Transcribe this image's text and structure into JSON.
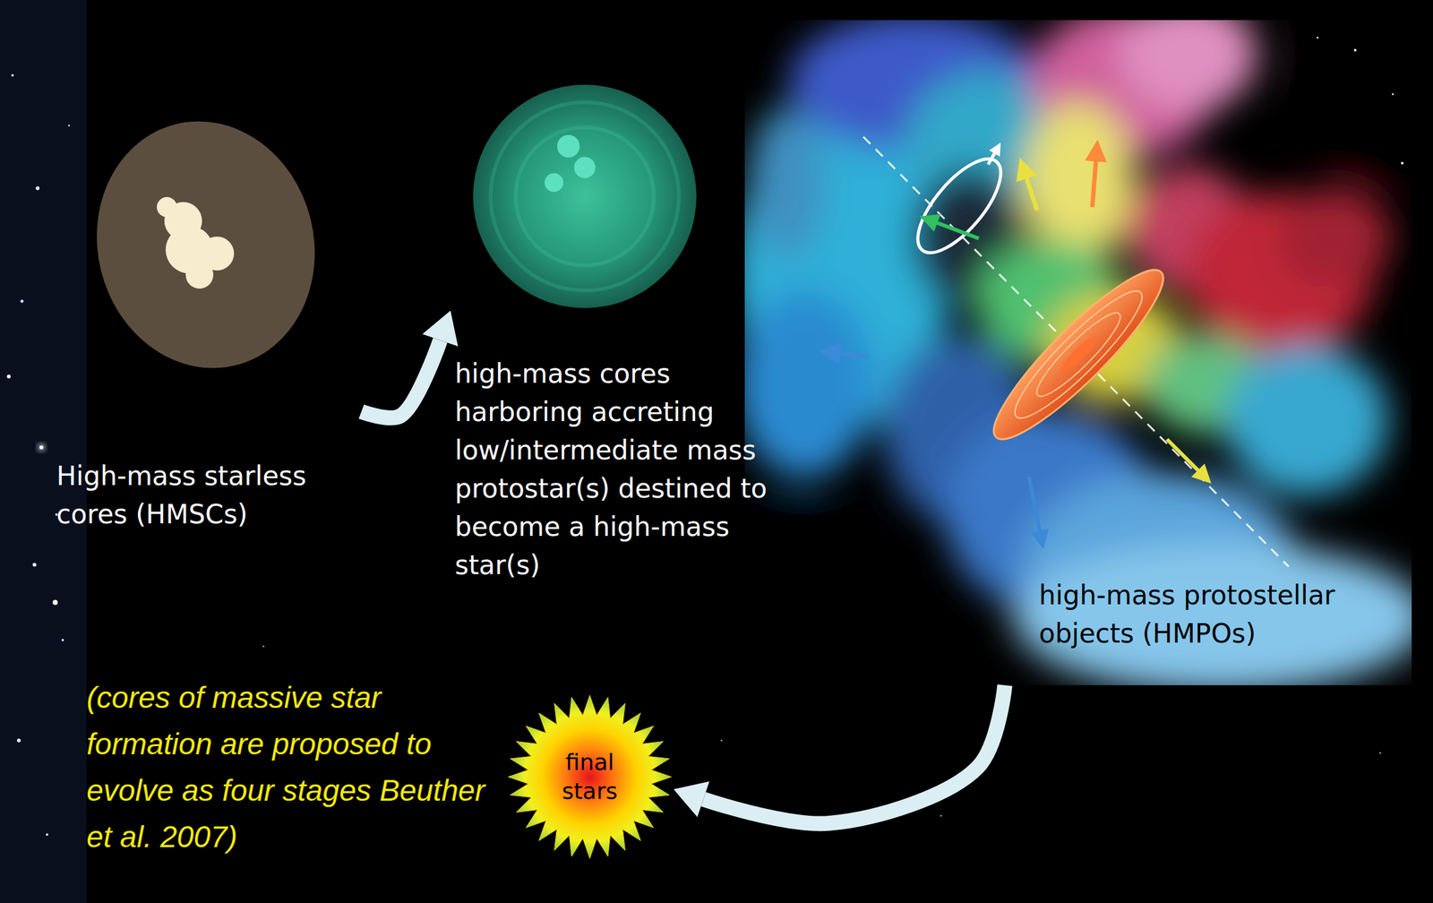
{
  "diagram": {
    "nodes": [
      {
        "text": [
          "High-mass starless cores (HMSCs)"
        ]
      },
      {
        "text": [
          "high-mass cores harboring accreting low/intermediate mass protostar(s) destined to become a high-mass star(s)"
        ]
      },
      {
        "text": [
          "high-mass protostellar objects (HMPOs)"
        ]
      },
      {
        "text": [
          "final stars"
        ]
      }
    ],
    "edges": [
      {
        "from": 0,
        "to": 1,
        "arrow": "to"
      },
      {
        "from": 2,
        "to": 3,
        "arrow": "to"
      }
    ],
    "labels": [
      "(cores of massive star formation are proposed to evolve as four stages Beuther et al. 2007)"
    ]
  }
}
